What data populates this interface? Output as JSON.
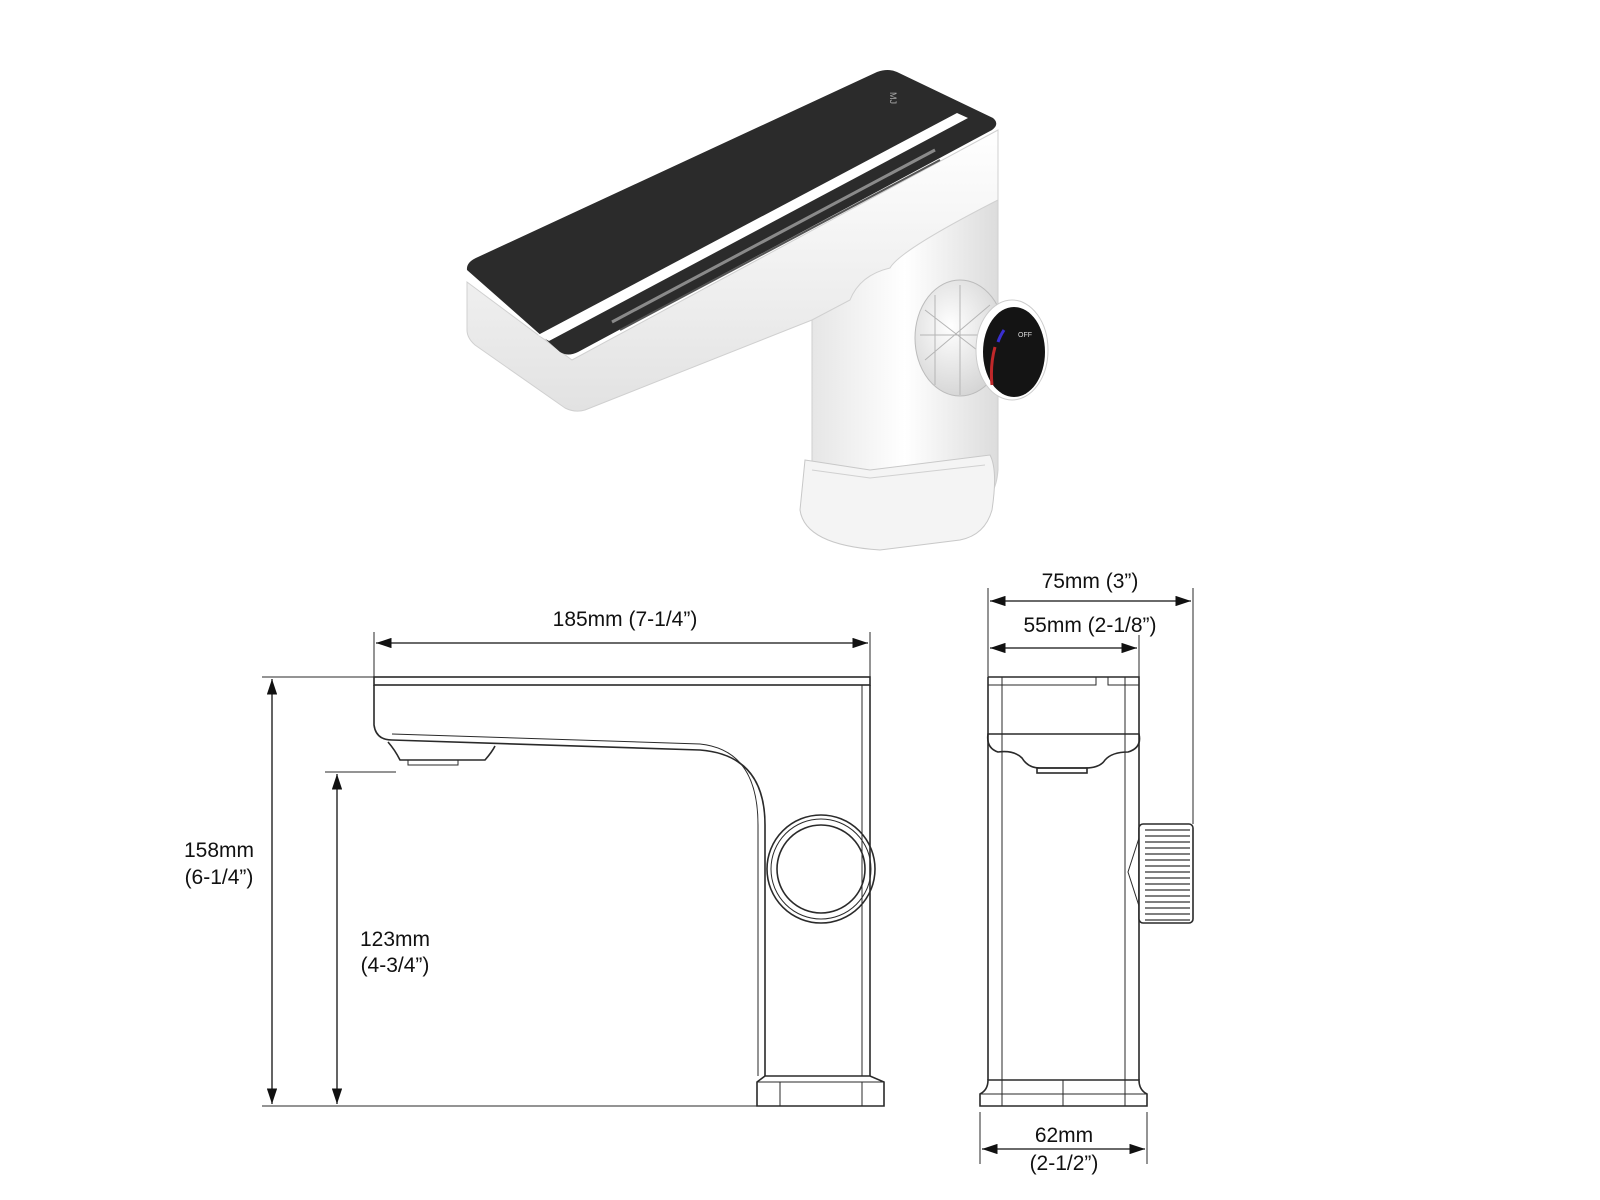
{
  "product_render": {
    "brand_mark": "MJ",
    "knob_label": "OFF"
  },
  "front_view": {
    "width_label": "185mm (7-1/4”)",
    "height_label_mm": "158mm",
    "height_label_in": "(6-1/4”)",
    "spout_height_label_mm": "123mm",
    "spout_height_label_in": "(4-3/4”)"
  },
  "side_view": {
    "total_depth_label": "75mm (3”)",
    "body_depth_label": "55mm (2-1/8”)",
    "base_width_label_mm": "62mm",
    "base_width_label_in": "(2-1/2”)"
  },
  "colors": {
    "top_glass": "#2b2b2b",
    "body": "#ffffff",
    "line": "#2a2a2a",
    "hot": "#c0282a",
    "cold": "#3a2fd0"
  }
}
